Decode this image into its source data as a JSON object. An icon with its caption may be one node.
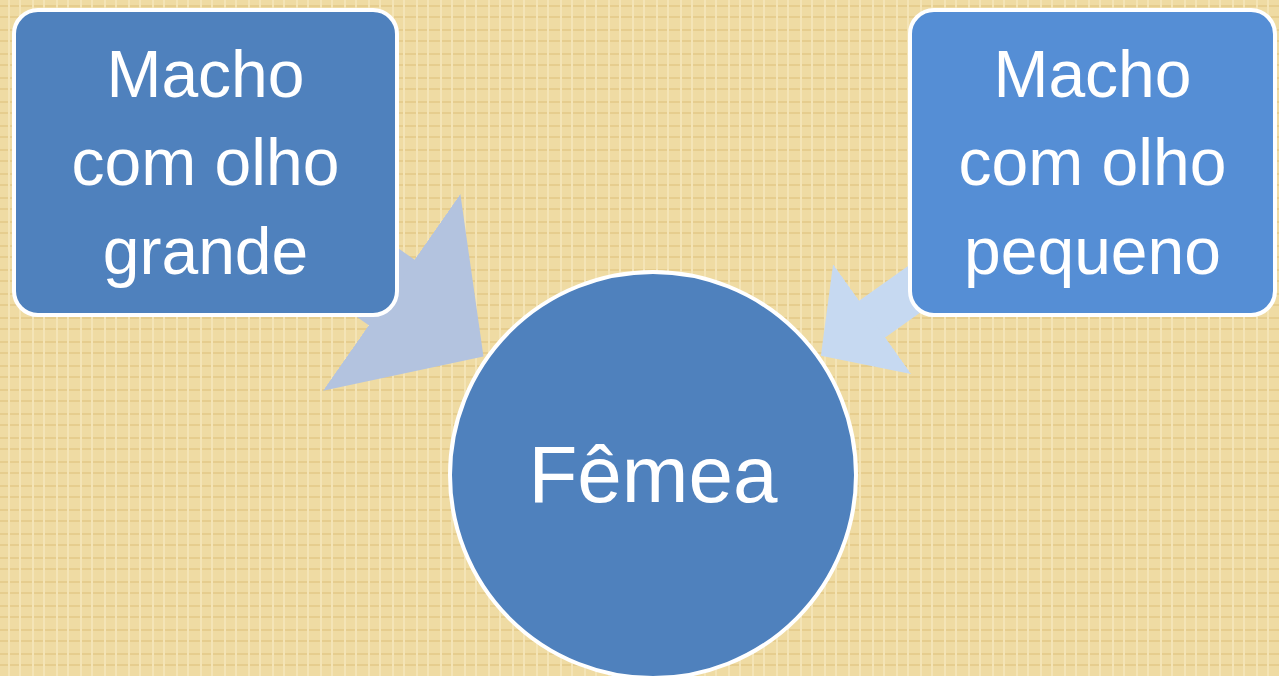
{
  "diagram": {
    "nodes": [
      {
        "text": [
          "Macho com olho grande"
        ]
      },
      {
        "text": [
          "Macho com olho pequeno"
        ]
      },
      {
        "text": [
          "Fêmea"
        ]
      }
    ],
    "edges": [
      {
        "from": 0,
        "to": 2,
        "arrow": "to",
        "color": "#b3c3df"
      },
      {
        "from": 1,
        "to": 2,
        "arrow": "to",
        "color": "#c6d9f1"
      }
    ]
  }
}
